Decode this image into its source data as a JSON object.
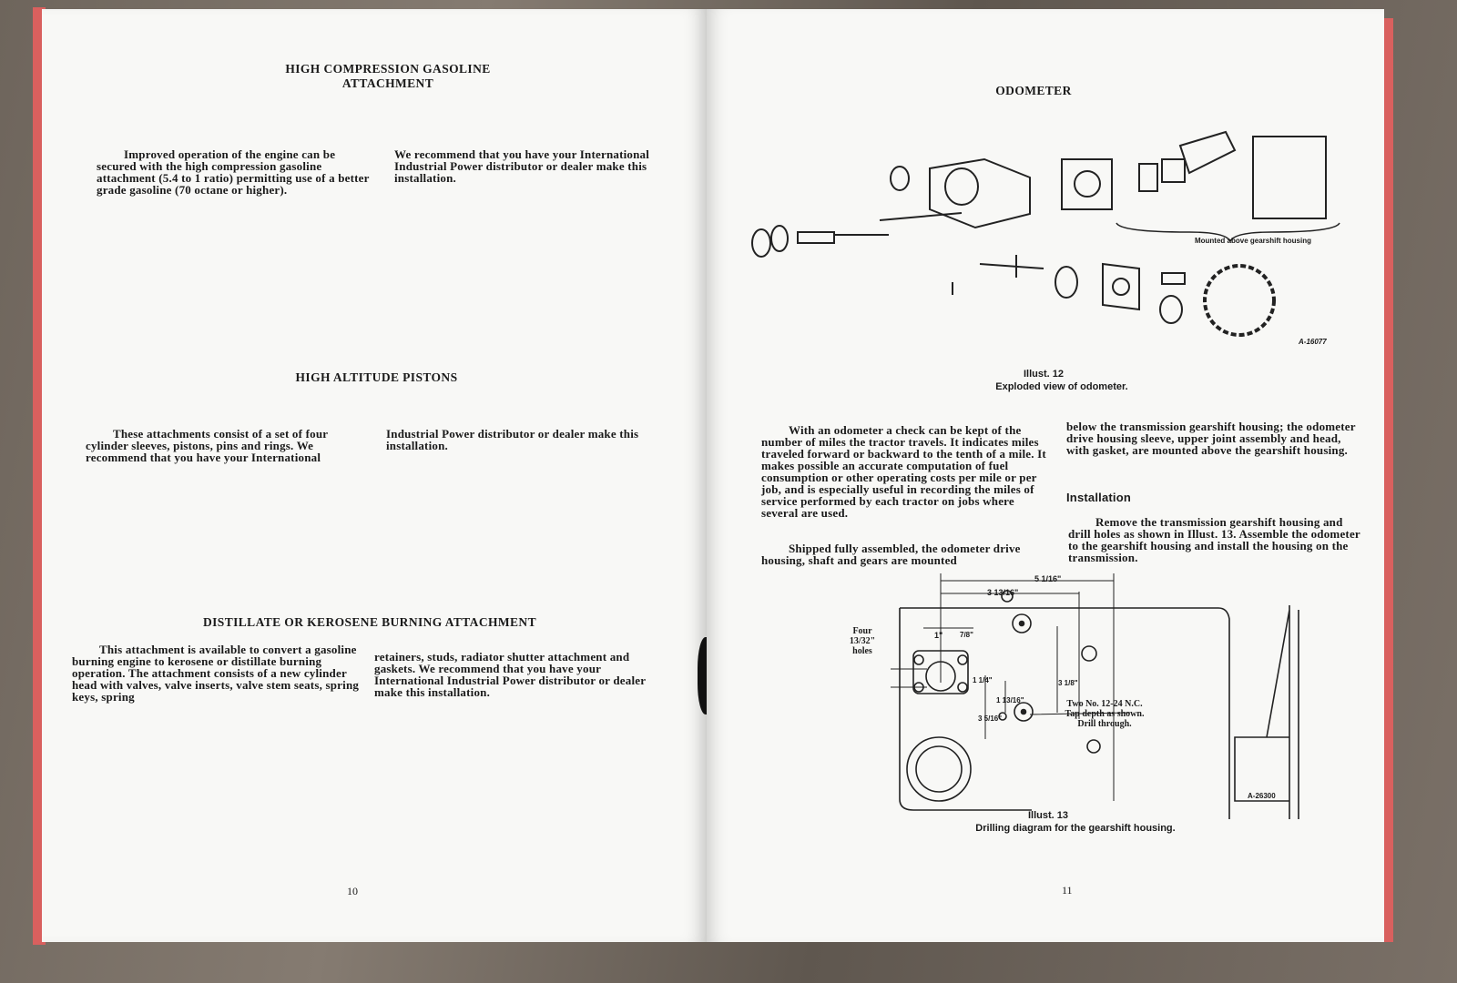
{
  "left_page": {
    "section1": {
      "title_line1": "HIGH COMPRESSION GASOLINE",
      "title_line2": "ATTACHMENT",
      "col1": "Improved operation of the engine can be secured with the high compression gasoline attachment (5.4 to 1 ratio) permitting use of a better grade gasoline (70 octane or higher).",
      "col2": "We recommend that you have your International Industrial Power distributor or dealer make this installation."
    },
    "section2": {
      "title": "HIGH ALTITUDE PISTONS",
      "col1": "These attachments consist of a set of four cylinder sleeves, pistons, pins and rings. We recommend that you have your International",
      "col2": "Industrial Power distributor or dealer make this installation."
    },
    "section3": {
      "title": "DISTILLATE OR KEROSENE BURNING ATTACHMENT",
      "col1": "This attachment is available to convert a gasoline burning engine to kerosene or distillate burning operation. The attachment consists of a new cylinder head with valves, valve inserts, valve stem seats, spring keys, spring",
      "col2": "retainers, studs, radiator shutter attachment and gaskets. We recommend that you have your International Industrial Power distributor or dealer make this installation."
    },
    "page_number": "10"
  },
  "right_page": {
    "title": "ODOMETER",
    "illust12": {
      "label": "Illust. 12",
      "caption": "Exploded view of odometer.",
      "callout": "Mounted above gearshift housing",
      "code": "A-16077"
    },
    "col1_p1": "With an odometer a check can be kept of the number of miles the tractor travels. It indicates miles traveled forward or backward to the tenth of a mile. It makes possible an accurate computation of fuel consumption or other operating costs per mile or per job, and is especially useful in recording the miles of service performed by each tractor on jobs where several are used.",
    "col1_p2": "Shipped fully assembled, the odometer drive housing, shaft and gears are mounted",
    "col2_p1": "below the transmission gearshift housing; the odometer drive housing sleeve, upper joint assembly and head, with gasket, are mounted above the gearshift housing.",
    "installation_heading": "Installation",
    "col2_p2": "Remove the transmission gearshift housing and drill holes as shown in Illust. 13. Assemble the odometer to the gearshift housing and install the housing on the transmission.",
    "illust13": {
      "label": "Illust. 13",
      "caption": "Drilling diagram for the gearshift housing.",
      "note_four": "Four 13/32\" holes",
      "note_two": "Two No. 12-24 N.C. Tap depth as shown. Drill through.",
      "code": "A-26300",
      "dims": [
        "5 1/16\"",
        "3 13/16\"",
        "1\"",
        "7/8\"",
        "1 1/4\"",
        "3 1/8\"",
        "1 13/16\"",
        "3 5/16\""
      ]
    },
    "page_number": "11"
  }
}
